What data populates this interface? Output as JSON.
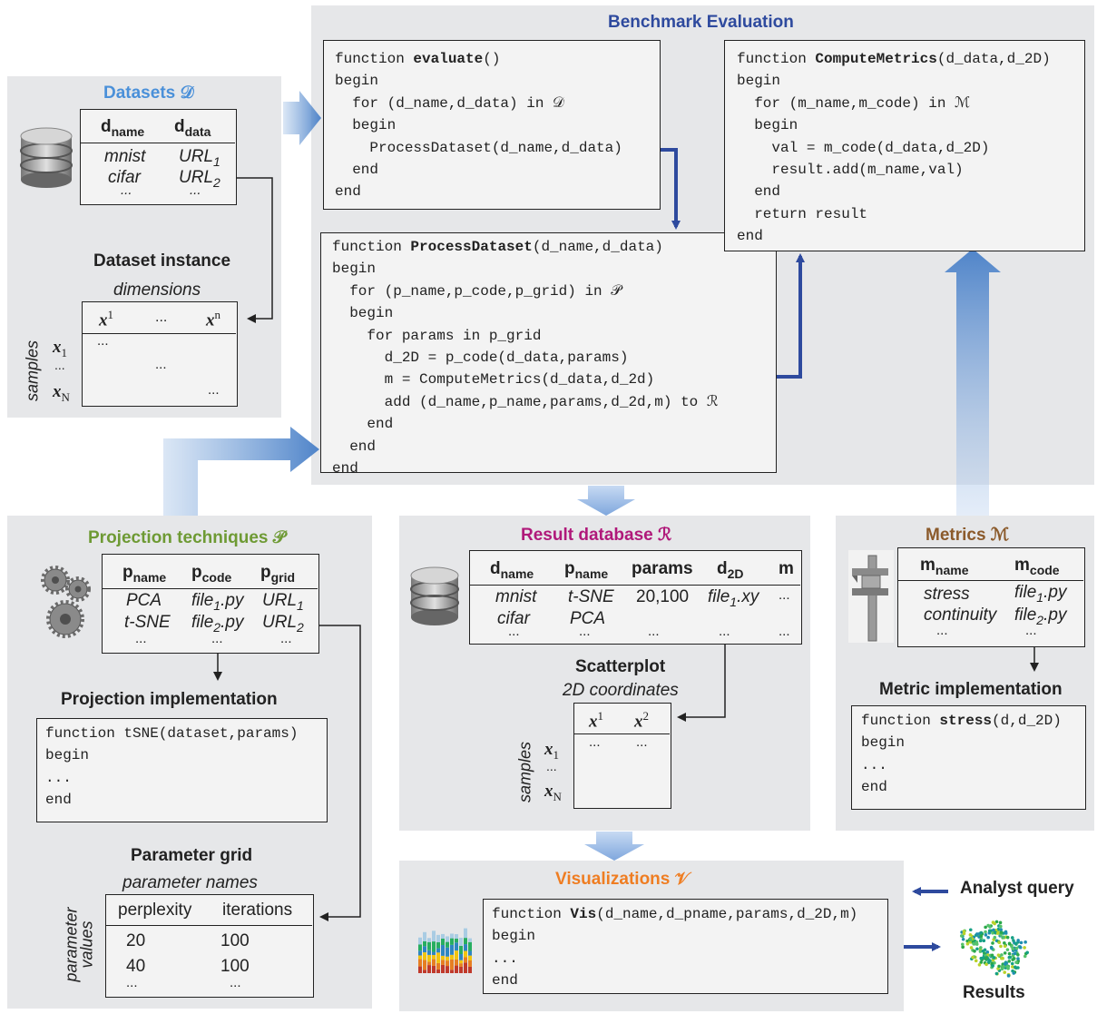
{
  "benchmark": {
    "title": "Benchmark Evaluation",
    "evaluate_code": [
      "function |evaluate|()",
      "begin",
      "  for (d_name,d_data) in 𝒟",
      "  begin",
      "    ProcessDataset(d_name,d_data)",
      "  end",
      "end"
    ],
    "compute_code": [
      "function |ComputeMetrics|(d_data,d_2D)",
      "begin",
      "  for (m_name,m_code) in ℳ",
      "  begin",
      "    val = m_code(d_data,d_2D)",
      "    result.add(m_name,val)",
      "  end",
      "  return result",
      "end"
    ],
    "process_code": [
      "function |ProcessDataset|(d_name,d_data)",
      "begin",
      "  for (p_name,p_code,p_grid) in 𝒫",
      "  begin",
      "    for params in p_grid",
      "      d_2D = p_code(d_data,params)",
      "      m = ComputeMetrics(d_data,d_2d)",
      "      add (d_name,p_name,params,d_2d,m) to ℛ",
      "    end",
      "  end",
      "end"
    ]
  },
  "datasets": {
    "title": "Datasets 𝒟",
    "col1": "d",
    "col1_sub": "name",
    "col2": "d",
    "col2_sub": "data",
    "row1": [
      "mnist",
      "URL",
      "1"
    ],
    "row2": [
      "cifar",
      "URL",
      "2"
    ],
    "ellipsis": "...",
    "instance_title": "Dataset instance",
    "instance_sub": "dimensions",
    "samples_label": "samples",
    "x": "x",
    "sup1": "1",
    "supn": "n",
    "sub1": "1",
    "subN": "N"
  },
  "projection": {
    "title": "Projection techniques 𝒫",
    "cols": [
      [
        "p",
        "name"
      ],
      [
        "p",
        "code"
      ],
      [
        "p",
        "grid"
      ]
    ],
    "row1": [
      "PCA",
      "file",
      "1",
      ".py",
      "URL",
      "1"
    ],
    "row2": [
      "t-SNE",
      "file",
      "2",
      ".py",
      "URL",
      "2"
    ],
    "ellipsis": "...",
    "impl_title": "Projection implementation",
    "impl_code": [
      "function tSNE(dataset,params)",
      "begin",
      "...",
      "end"
    ],
    "grid_title": "Parameter grid",
    "grid_sub": "parameter names",
    "grid_cols": [
      "perplexity",
      "iterations"
    ],
    "grid_rows": [
      [
        "20",
        "100"
      ],
      [
        "40",
        "100"
      ]
    ],
    "values_label_1": "parameter",
    "values_label_2": "values"
  },
  "result": {
    "title": "Result database ℛ",
    "cols": [
      [
        "d",
        "name"
      ],
      [
        "p",
        "name"
      ],
      [
        "params",
        ""
      ],
      [
        "d",
        "2D"
      ],
      [
        "m",
        ""
      ]
    ],
    "row1": [
      "mnist",
      "t-SNE",
      "20,100",
      "file",
      "1",
      ".xy",
      "..."
    ],
    "row2": [
      "cifar",
      "PCA"
    ],
    "ellipsis": "...",
    "scatter_title": "Scatterplot",
    "scatter_sub": "2D coordinates",
    "samples_label": "samples",
    "x": "x",
    "sup1": "1",
    "sup2": "2",
    "sub1": "1",
    "subN": "N"
  },
  "metrics": {
    "title": "Metrics ℳ",
    "cols": [
      [
        "m",
        "name"
      ],
      [
        "m",
        "code"
      ]
    ],
    "row1": [
      "stress",
      "file",
      "1",
      ".py"
    ],
    "row2": [
      "continuity",
      "file",
      "2",
      ".py"
    ],
    "ellipsis": "...",
    "impl_title": "Metric implementation",
    "impl_code": [
      "function |stress|(d,d_2D)",
      "begin",
      "...",
      "end"
    ]
  },
  "visualizations": {
    "title": "Visualizations 𝒱",
    "code": [
      "function |Vis|(d_name,d_pname,params,d_2D,m)",
      "begin",
      "...",
      "end"
    ]
  },
  "analyst_query": "Analyst query",
  "results": "Results",
  "colors": {
    "panel": "#e6e7e9",
    "arrow_blue": "#2e4a9e",
    "datasets_title": "#4a90d9",
    "projection_title": "#6e9a34",
    "result_title": "#b0197a",
    "metrics_title": "#8b5a2b",
    "vis_title": "#ef7d22",
    "benchmark_title": "#2e4a9e"
  }
}
